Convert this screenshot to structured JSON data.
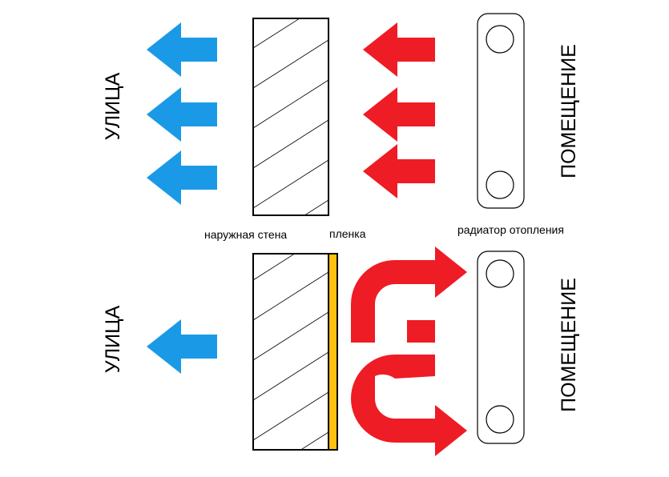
{
  "labels": {
    "street": "УЛИЦА",
    "room": "ПОМЕЩЕНИЕ",
    "outer_wall": "наружная стена",
    "film": "пленка",
    "radiator": "радиатор отопления"
  },
  "colors": {
    "cold_arrow": "#1a9ae6",
    "heat_arrow": "#ee1c24",
    "film": "#ffc20e",
    "outline": "#000000",
    "background": "#ffffff"
  }
}
